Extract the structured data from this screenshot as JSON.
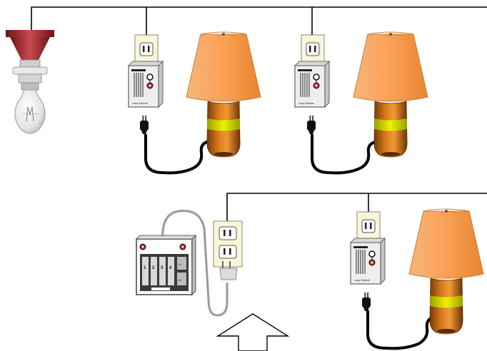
{
  "modules": {
    "lamp_module_label": "Lamp Module"
  },
  "controller": {
    "unit_numbers": [
      "1",
      "2",
      "3",
      "4"
    ],
    "on_label": "On",
    "off_label": "Off"
  },
  "colors": {
    "wire": "#000000",
    "controller_cord": "#9a9a9a",
    "lamp_shade": "#f79a4c",
    "lamp_base": "#b8600f",
    "lamp_band": "#d6e000",
    "ceiling_fixture": "#8a1f24"
  },
  "icons": [
    "light-bulb-icon",
    "up-arrow-icon",
    "plug-icon",
    "outlet-icon"
  ]
}
